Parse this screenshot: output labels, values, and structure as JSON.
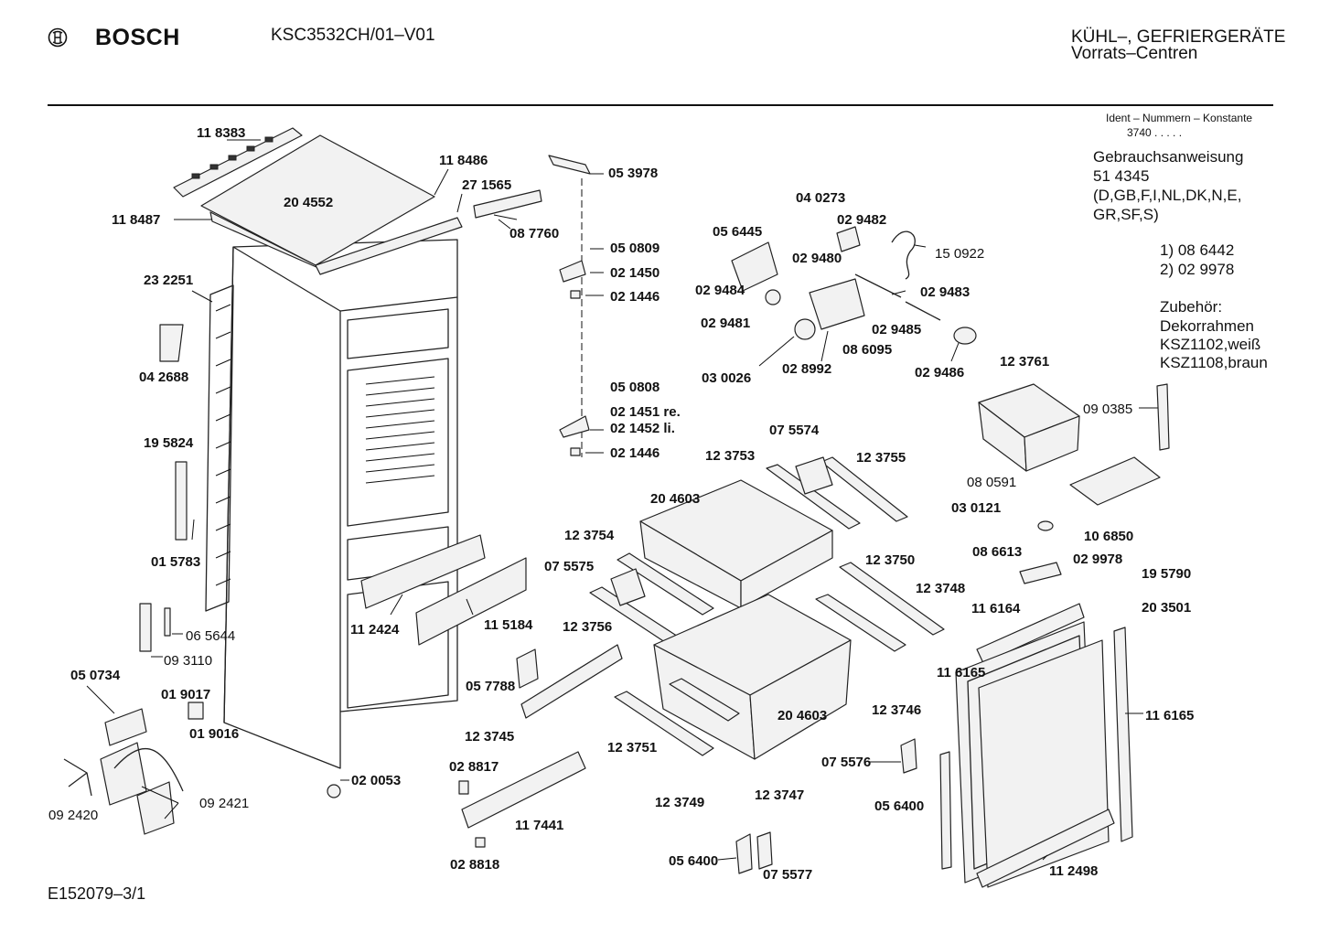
{
  "header": {
    "brand": "BOSCH",
    "model": "KSC3532CH/01–V01",
    "category_line1": "KÜHL–, GEFRIERGERÄTE",
    "category_line2": "Vorrats–Centren"
  },
  "ident": {
    "title": "Ident – Nummern – Konstante",
    "value": "3740 . . . . ."
  },
  "manual": {
    "title": "Gebrauchsanweisung",
    "number": "51 4345",
    "languages_line1": "(D,GB,F,I,NL,DK,N,E,",
    "languages_line2": "GR,SF,S)"
  },
  "notes": {
    "n1": "1) 08 6442",
    "n2": "2) 02 9978"
  },
  "accessories": {
    "title": "Zubehör:",
    "item1": "Dekorrahmen",
    "item2": "KSZ1102,weiß",
    "item3": "KSZ1108,braun"
  },
  "footer": {
    "code": "E152079–3/1"
  },
  "part_labels": [
    {
      "id": "p1",
      "text": "11 8383",
      "bold": true
    },
    {
      "id": "p2",
      "text": "11 8486",
      "bold": true
    },
    {
      "id": "p3",
      "text": "27 1565",
      "bold": true
    },
    {
      "id": "p4",
      "text": "20 4552",
      "bold": true
    },
    {
      "id": "p5",
      "text": "11 8487",
      "bold": true
    },
    {
      "id": "p6",
      "text": "08 7760",
      "bold": true
    },
    {
      "id": "p7",
      "text": "23 2251",
      "bold": true
    },
    {
      "id": "p8",
      "text": "04 2688",
      "bold": true
    },
    {
      "id": "p9",
      "text": "19 5824",
      "bold": true
    },
    {
      "id": "p10",
      "text": "01 5783",
      "bold": true
    },
    {
      "id": "p11",
      "text": "06 5644",
      "bold": false
    },
    {
      "id": "p12",
      "text": "09 3110",
      "bold": false
    },
    {
      "id": "p13",
      "text": "05 0734",
      "bold": true
    },
    {
      "id": "p14",
      "text": "01 9017",
      "bold": true
    },
    {
      "id": "p15",
      "text": "01 9016",
      "bold": true
    },
    {
      "id": "p16",
      "text": "09 2420",
      "bold": false
    },
    {
      "id": "p17",
      "text": "09 2421",
      "bold": false
    },
    {
      "id": "p18",
      "text": "02 0053",
      "bold": true
    },
    {
      "id": "p19",
      "text": "11 2424",
      "bold": true
    },
    {
      "id": "p20",
      "text": "11 5184",
      "bold": true
    },
    {
      "id": "p21",
      "text": "05 3978",
      "bold": true
    },
    {
      "id": "p22",
      "text": "05 0809",
      "bold": true
    },
    {
      "id": "p23",
      "text": "02 1450",
      "bold": true
    },
    {
      "id": "p24",
      "text": "02 1446",
      "bold": true
    },
    {
      "id": "p25",
      "text": "05 0808",
      "bold": true
    },
    {
      "id": "p26",
      "text": "02 1451 re.",
      "bold": true
    },
    {
      "id": "p27",
      "text": "02 1452 li.",
      "bold": true
    },
    {
      "id": "p28",
      "text": "02 1446",
      "bold": true
    },
    {
      "id": "p29",
      "text": "05 6445",
      "bold": true
    },
    {
      "id": "p30",
      "text": "04 0273",
      "bold": true
    },
    {
      "id": "p31",
      "text": "02 9482",
      "bold": true
    },
    {
      "id": "p32",
      "text": "15 0922",
      "bold": false
    },
    {
      "id": "p33",
      "text": "02 9480",
      "bold": true
    },
    {
      "id": "p34",
      "text": "02 9484",
      "bold": true
    },
    {
      "id": "p35",
      "text": "02 9483",
      "bold": true
    },
    {
      "id": "p36",
      "text": "02 9481",
      "bold": true
    },
    {
      "id": "p37",
      "text": "02 9485",
      "bold": true
    },
    {
      "id": "p38",
      "text": "08 6095",
      "bold": true
    },
    {
      "id": "p39",
      "text": "03 0026",
      "bold": true
    },
    {
      "id": "p40",
      "text": "02 8992",
      "bold": true
    },
    {
      "id": "p41",
      "text": "02 9486",
      "bold": true
    },
    {
      "id": "p42",
      "text": "12 3761",
      "bold": true
    },
    {
      "id": "p43",
      "text": "09 0385",
      "bold": false
    },
    {
      "id": "p44",
      "text": "08 0591",
      "bold": false
    },
    {
      "id": "p45",
      "text": "03 0121",
      "bold": true
    },
    {
      "id": "p46",
      "text": "10 6850",
      "bold": true
    },
    {
      "id": "p47",
      "text": "08 6613",
      "bold": true
    },
    {
      "id": "p48",
      "text": "02 9978",
      "bold": true
    },
    {
      "id": "p49",
      "text": "07 5574",
      "bold": true
    },
    {
      "id": "p50",
      "text": "12 3753",
      "bold": true
    },
    {
      "id": "p51",
      "text": "12 3755",
      "bold": true
    },
    {
      "id": "p52",
      "text": "20 4603",
      "bold": true
    },
    {
      "id": "p53",
      "text": "12 3754",
      "bold": true
    },
    {
      "id": "p54",
      "text": "07 5575",
      "bold": true
    },
    {
      "id": "p55",
      "text": "12 3756",
      "bold": true
    },
    {
      "id": "p56",
      "text": "12 3750",
      "bold": true
    },
    {
      "id": "p57",
      "text": "12 3748",
      "bold": true
    },
    {
      "id": "p58",
      "text": "11 6164",
      "bold": true
    },
    {
      "id": "p59",
      "text": "19 5790",
      "bold": true
    },
    {
      "id": "p60",
      "text": "20 3501",
      "bold": true
    },
    {
      "id": "p61",
      "text": "05 7788",
      "bold": true
    },
    {
      "id": "p62",
      "text": "12 3745",
      "bold": true
    },
    {
      "id": "p63",
      "text": "12 3746",
      "bold": true
    },
    {
      "id": "p64",
      "text": "11 6165",
      "bold": true
    },
    {
      "id": "p65",
      "text": "11 6165",
      "bold": true
    },
    {
      "id": "p66",
      "text": "20 4603",
      "bold": true
    },
    {
      "id": "p67",
      "text": "12 3751",
      "bold": true
    },
    {
      "id": "p68",
      "text": "07 5576",
      "bold": true
    },
    {
      "id": "p69",
      "text": "02 8817",
      "bold": true
    },
    {
      "id": "p70",
      "text": "12 3749",
      "bold": true
    },
    {
      "id": "p71",
      "text": "12 3747",
      "bold": true
    },
    {
      "id": "p72",
      "text": "05 6400",
      "bold": true
    },
    {
      "id": "p73",
      "text": "11 7441",
      "bold": true
    },
    {
      "id": "p74",
      "text": "02 8818",
      "bold": true
    },
    {
      "id": "p75",
      "text": "05 6400",
      "bold": true
    },
    {
      "id": "p76",
      "text": "07 5577",
      "bold": true
    },
    {
      "id": "p77",
      "text": "11 2498",
      "bold": true
    }
  ]
}
